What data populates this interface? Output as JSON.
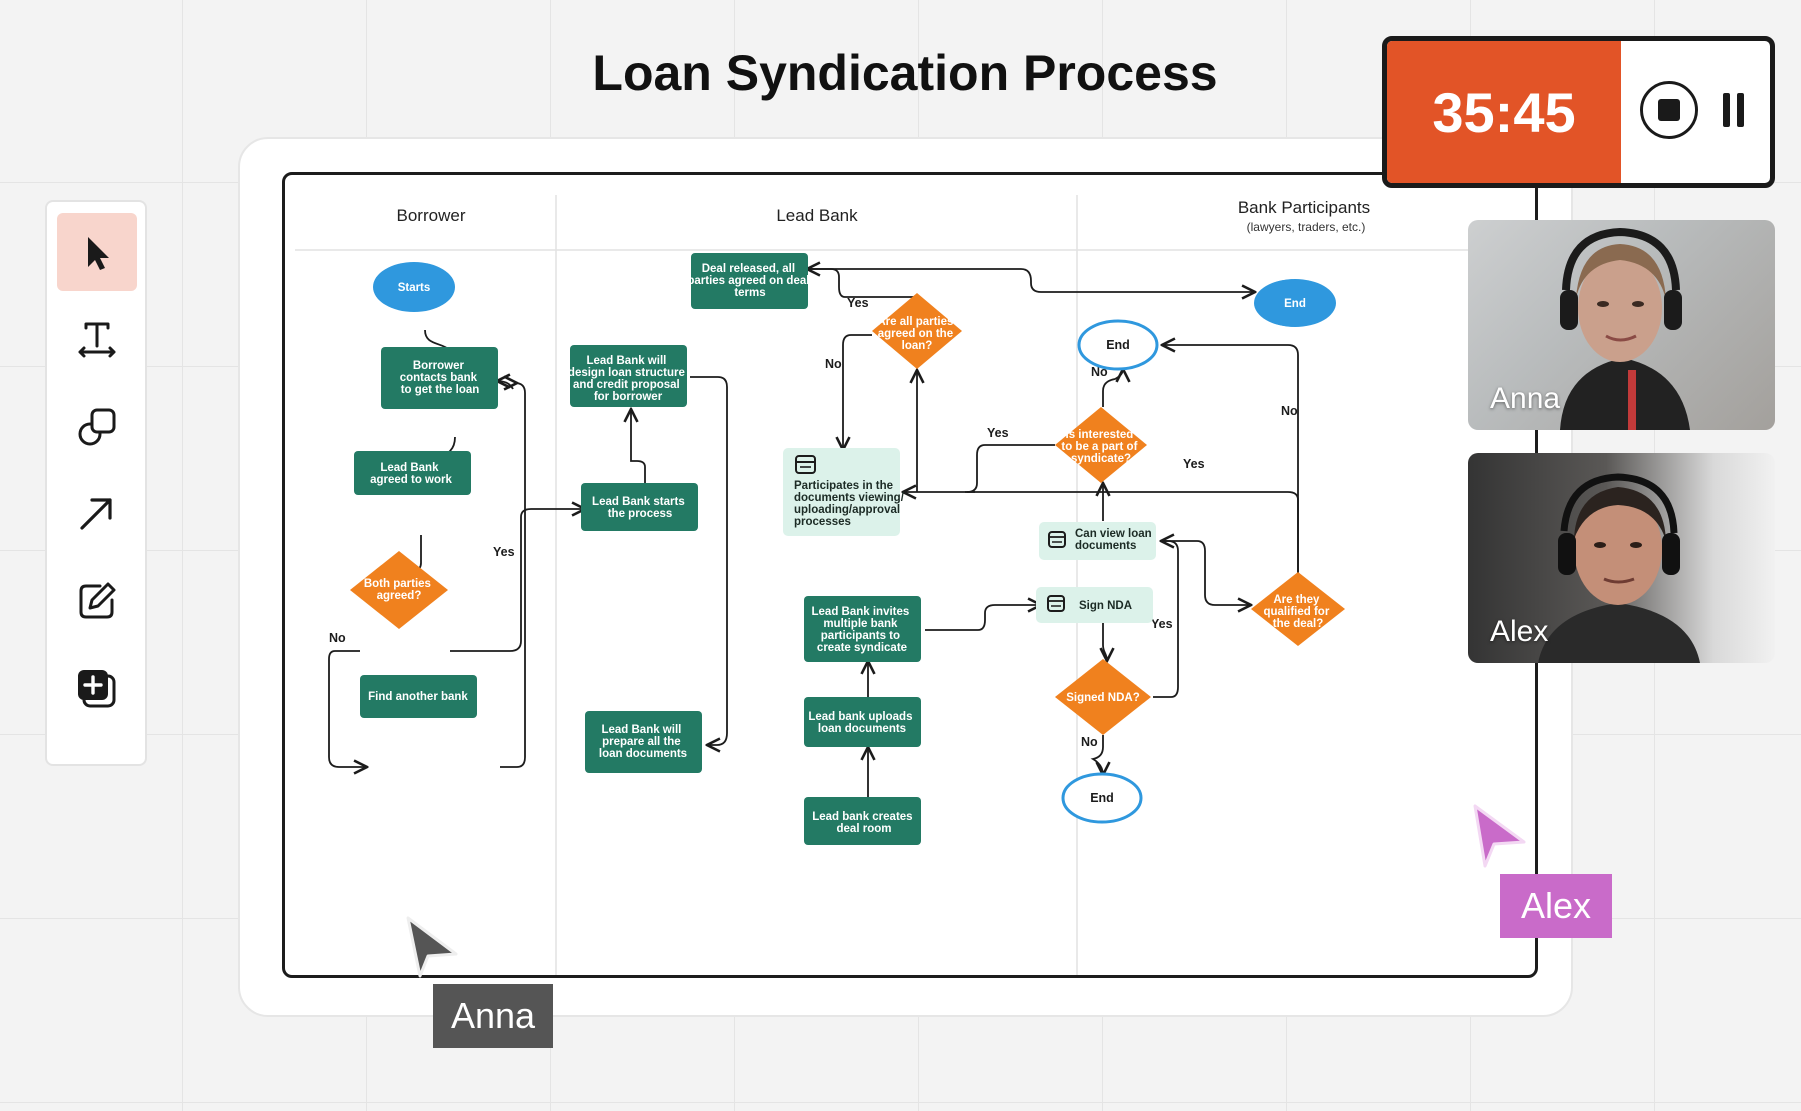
{
  "title": "Loan Syndication Process",
  "toolbar": {
    "tools": [
      {
        "name": "select-icon"
      },
      {
        "name": "text-icon"
      },
      {
        "name": "shapes-icon"
      },
      {
        "name": "arrow-icon"
      },
      {
        "name": "edit-icon"
      },
      {
        "name": "add-frame-icon"
      }
    ],
    "accent": "#f8d5cc"
  },
  "timer": {
    "time": "35:45",
    "color": "#e25427"
  },
  "videos": [
    {
      "name": "Anna"
    },
    {
      "name": "Alex"
    }
  ],
  "cursors": {
    "anna": {
      "label": "Anna",
      "color": "#555555"
    },
    "alex": {
      "label": "Alex",
      "color": "#c96bc9"
    }
  },
  "lanes": {
    "borrower": "Borrower",
    "lead_bank": "Lead Bank",
    "participants": "Bank Participants",
    "participants_sub": "(lawyers, traders, etc.)"
  },
  "nodes": {
    "starts": "Starts",
    "borrower_contacts": [
      "Borrower",
      "contacts bank",
      "to get the loan"
    ],
    "lead_agreed": [
      "Lead Bank",
      "agreed to work"
    ],
    "both_agreed": [
      "Both parties",
      "agreed?"
    ],
    "find_another": "Find another bank",
    "design_loan": [
      "Lead Bank will",
      "design loan structure",
      "and credit proposal",
      "for borrower"
    ],
    "starts_process": [
      "Lead Bank starts",
      "the process"
    ],
    "prepare_docs": [
      "Lead Bank will",
      "prepare all the",
      "loan documents"
    ],
    "deal_released": [
      "Deal released, all",
      "parties agreed on deal",
      "terms"
    ],
    "all_agreed": [
      "Are all parties",
      "agreed on the",
      "loan?"
    ],
    "participates": [
      "Participates in the",
      "documents viewing/",
      "uploading/approval",
      "processes"
    ],
    "invites": [
      "Lead Bank invites",
      "multiple bank",
      "participants to",
      "create syndicate"
    ],
    "uploads": [
      "Lead bank uploads",
      "loan documents"
    ],
    "creates_room": [
      "Lead bank creates",
      "deal room"
    ],
    "end_top": "End",
    "end_mid": "End",
    "interested": [
      "Is interested",
      "to be a part of",
      "syndicate?"
    ],
    "can_view": [
      "Can view loan",
      "documents"
    ],
    "sign_nda": "Sign NDA",
    "signed_nda": "Signed NDA?",
    "end_bottom": "End",
    "qualified": [
      "Are they",
      "qualified for",
      "the deal?"
    ]
  },
  "edges": {
    "yes": "Yes",
    "no": "No"
  },
  "colors": {
    "green": "#237a64",
    "orange": "#f0811e",
    "blue": "#2f98de",
    "mint": "#dcf2ea"
  }
}
